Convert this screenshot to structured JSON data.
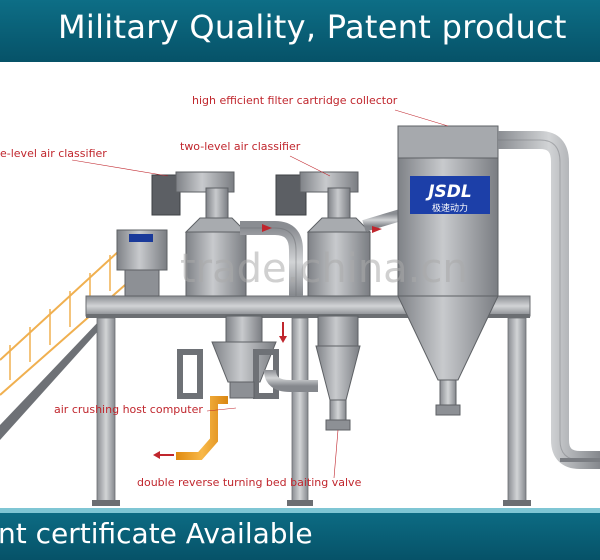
{
  "header": {
    "title": "Military Quality, Patent product"
  },
  "footer": {
    "text": "nt certificate Available"
  },
  "labels": {
    "filter_collector": "high efficient filter cartridge collector",
    "one_level": "e-level air classifier",
    "two_level": "two-level air classifier",
    "crushing_host": "air crushing host computer",
    "baiting_valve": "double reverse turning bed baiting valve"
  },
  "brand": {
    "logo": "JSDL",
    "subtitle": "极速动力"
  },
  "watermark": "trade.china.cn",
  "colors": {
    "banner": "#0a6279",
    "callout": "#c0262d",
    "machine": "#9a9ca0",
    "pipe_orange": "#f0a030",
    "stair": "#f0b050"
  }
}
